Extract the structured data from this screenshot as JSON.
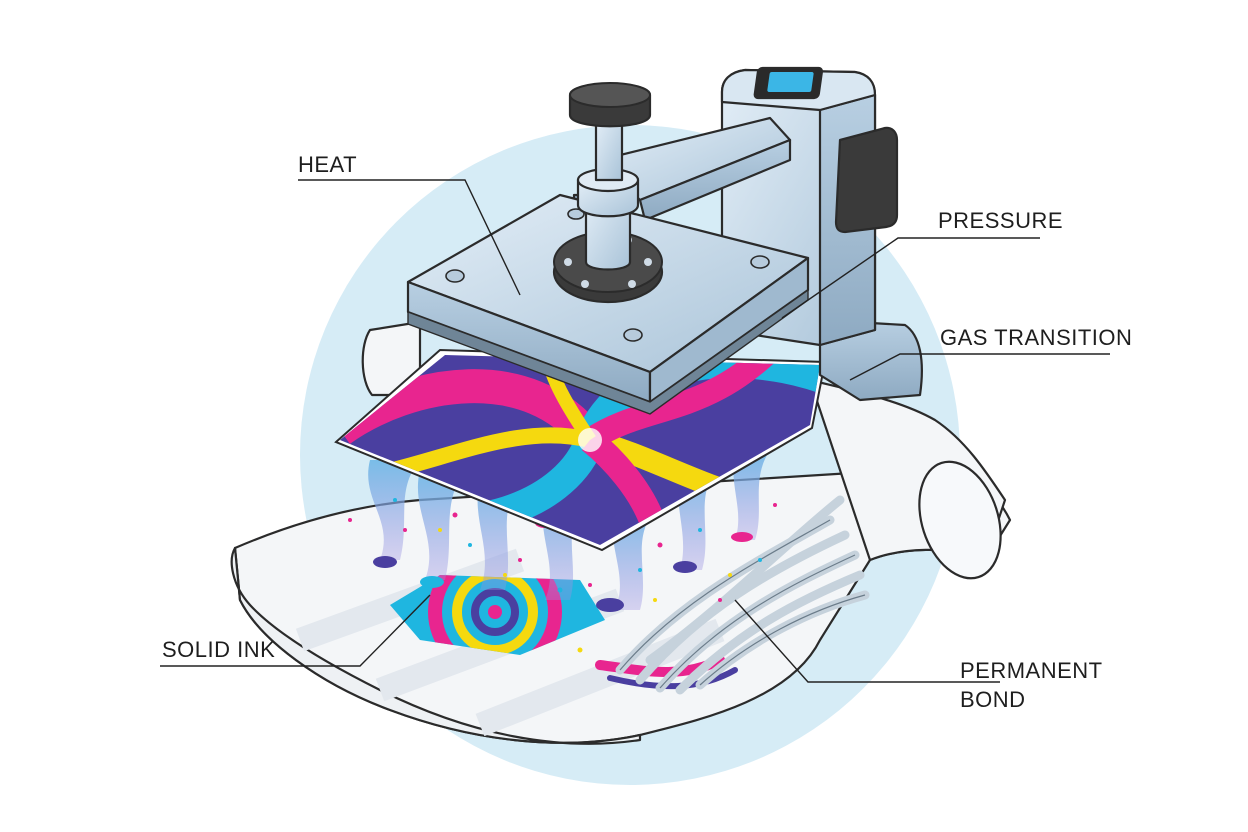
{
  "labels": {
    "heat": "HEAT",
    "pressure": "PRESSURE",
    "gas_transition": "GAS TRANSITION",
    "solid_ink": "SOLID INK",
    "permanent_bond_line1": "PERMANENT",
    "permanent_bond_line2": "BOND"
  },
  "colors": {
    "background_circle": "#d6ecf6",
    "press_metal": "#c9dcec",
    "press_metal_dark": "#9fb9cf",
    "knob": "#3a3a3a",
    "display": "#3bb6e6",
    "ink_magenta": "#e8258f",
    "ink_cyan": "#1fb6e0",
    "ink_yellow": "#f5d90f",
    "ink_purple": "#4a3fa0",
    "fabric": "#f4f6f8"
  }
}
